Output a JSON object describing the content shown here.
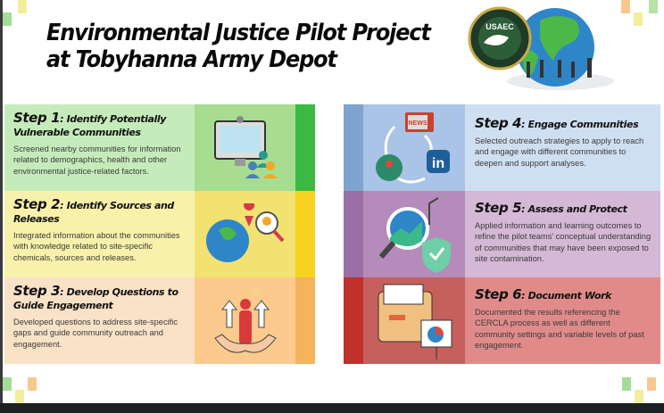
{
  "title": {
    "line1": "Environmental Justice Pilot Project",
    "line2": "at Tobyhanna Army Depot"
  },
  "logo": {
    "text": "USAEC"
  },
  "steps": [
    {
      "label": "Step 1",
      "title": ": Identify Potentially Vulnerable Communities",
      "desc": "Screened nearby communities for information related to demographics, health and other environmental justice-related factors.",
      "icon": "monitor-people-icon",
      "colors": [
        "#c6ebba",
        "#a7dc91",
        "#3cb943"
      ]
    },
    {
      "label": "Step 2",
      "title": ": Identify Sources and Releases",
      "desc": "Integrated information about the communities with knowledge related to site-specific chemicals, sources and releases.",
      "icon": "globe-search-icon",
      "colors": [
        "#f8f1ab",
        "#f1e272",
        "#f8d220"
      ]
    },
    {
      "label": "Step 3",
      "title": ": Develop Questions to Guide Engagement",
      "desc": "Developed questions to address site-specific gaps and guide community outreach and engagement.",
      "icon": "person-hands-icon",
      "colors": [
        "#f9e2c6",
        "#fbca8c",
        "#f5b35c"
      ]
    },
    {
      "label": "Step 4",
      "title": ": Engage Communities",
      "desc": "Selected outreach strategies to apply to reach and engage with different communities to deepen and support analyses.",
      "icon": "news-linkedin-cycle-icon",
      "news": "NEWS",
      "linkedin": "in",
      "colors": [
        "#cfdff2",
        "#a9c4e6",
        "#7fa3cf"
      ]
    },
    {
      "label": "Step 5",
      "title": ": Assess and Protect",
      "desc": "Applied information and learning outcomes to refine the pilot teams' conceptual understanding of communities that may have been exposed to site contamination.",
      "icon": "magnifier-shield-icon",
      "colors": [
        "#d5b8d6",
        "#b48bba",
        "#9a6fa6"
      ]
    },
    {
      "label": "Step 6",
      "title": ": Document Work",
      "desc": "Documented the results referencing the CERCLA process as well as different community settings and variable levels of past engagement.",
      "icon": "folder-chart-icon",
      "colors": [
        "#e08b8a",
        "#c6605d",
        "#c2302c"
      ]
    }
  ]
}
